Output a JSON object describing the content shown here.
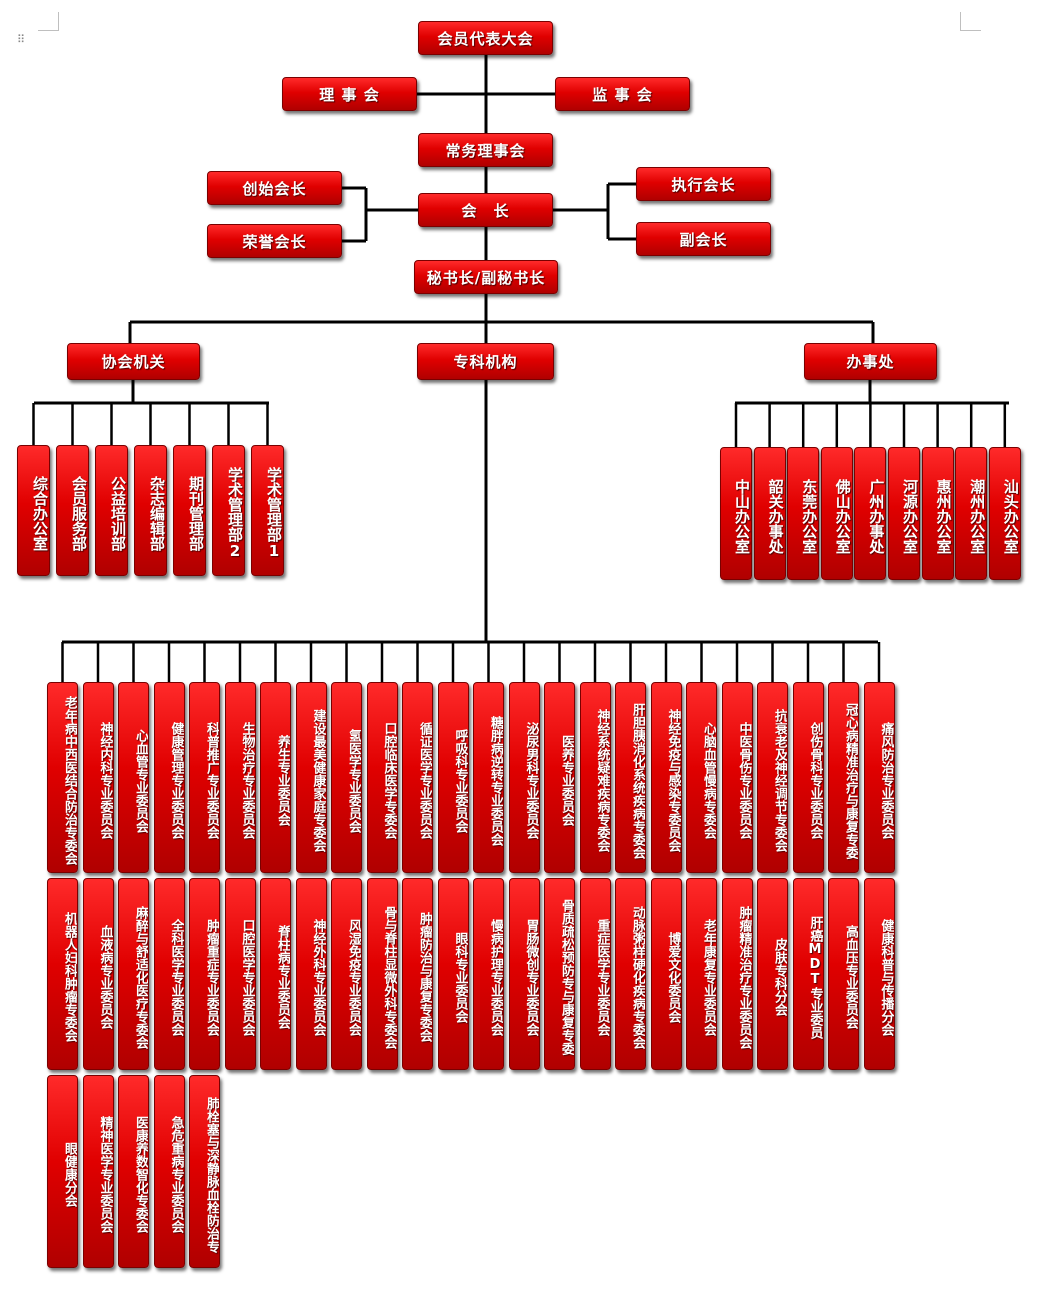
{
  "nodes": {
    "assembly": "会员代表大会",
    "council": "理 事 会",
    "supervisors": "监 事 会",
    "standing": "常务理事会",
    "president": "会　长",
    "founder": "创始会长",
    "honorary": "荣誉会长",
    "executive": "执行会长",
    "vice": "副会长",
    "secretary": "秘书长/副秘书长",
    "office_org": "协会机关",
    "specialty": "专科机构",
    "branch": "办事处"
  },
  "departments": [
    "综合办公室",
    "会员服务部",
    "公益培训部",
    "杂志编辑部",
    "期刊管理部",
    "学术管理部2",
    "学术管理部1"
  ],
  "offices": [
    "中山办公室",
    "韶关办事处",
    "东莞办公室",
    "佛山办公室",
    "广州办事处",
    "河源办公室",
    "惠州办公室",
    "潮州办公室",
    "汕头办公室"
  ],
  "committees_row1": [
    "老年病中西医结合防治专委会",
    "神经内科专业委员会",
    "心血管专业委员会",
    "健康管理专业委员会",
    "科普推广专业委员会",
    "生物治疗专业委员会",
    "养生专业委员会",
    "建设最美健康家庭专委会",
    "氢医学专业委员会",
    "口腔临床医学专委会",
    "循证医学专业委员会",
    "呼吸科专业委员会",
    "糖胖病逆转专业委员会",
    "泌尿男科专业委员会",
    "医养专业委员会",
    "神经系统疑难疾病专委会",
    "肝胆胰消化系统疾病专委会",
    "神经免疫与感染专委员会",
    "心脑血管慢病专委会",
    "中医骨伤专业委员会",
    "抗衰老及神经调节专委会",
    "创伤骨科专业委员会",
    "冠心病精准治疗与康复专委",
    "痛风防治专业委员会"
  ],
  "committees_row2": [
    "机器人妇科肿瘤专委会",
    "血液病专业委员会",
    "麻醉与舒适化医疗专委会",
    "全科医学专业委员会",
    "肿瘤重症专业委员会",
    "口腔医学专业委员会",
    "脊柱病专业委员会",
    "神经外科专业委员会",
    "风湿免疫专业委员会",
    "骨与脊柱显微外科专委会",
    "肿瘤防治与康复专委会",
    "眼科专业委员会",
    "慢病护理专业委员会",
    "胃肠微创专业委员会",
    "骨质疏松预防专与康复专委",
    "重症医学专业委员会",
    "动脉粥样硬化疾病专委会",
    "博爱文化委员会",
    "老年康复专业委员会",
    "肿瘤精准治疗专业委员会",
    "皮肤专科分会",
    "肝癌MDT专业委员",
    "高血压专业委员会",
    "健康科普与传播分会"
  ],
  "committees_row3": [
    "眼健康分会",
    "精神医学专业委员会",
    "医康养数智化专委会",
    "急危重病专业委员会",
    "肺栓塞与深静脉血栓防治专"
  ],
  "colors": {
    "box_top": "#ff2a2a",
    "box_bottom": "#b00000",
    "line": "#000000"
  }
}
